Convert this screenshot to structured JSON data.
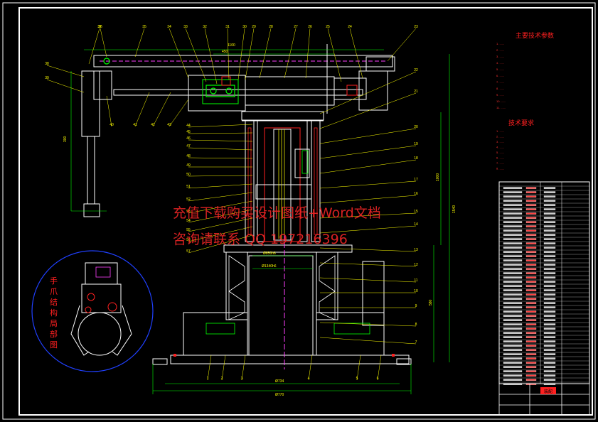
{
  "drawing": {
    "background": "#000000",
    "frame_color": "#ffffff",
    "line_color": "#ffffff",
    "accent_green": "#00ff00",
    "accent_yellow": "#ffff00",
    "accent_red": "#ff2020",
    "accent_magenta": "#ff40ff",
    "accent_cyan": "#00ffff",
    "accent_blue": "#2040ff"
  },
  "top_balloons": [
    "37",
    "36",
    "35",
    "34",
    "33",
    "32",
    "31",
    "30",
    "29",
    "28",
    "27",
    "26",
    "25",
    "24",
    "23"
  ],
  "left_balloons": [
    "38",
    "39"
  ],
  "bottom_arm_balloons": [
    "40",
    "41",
    "42",
    "43"
  ],
  "mid_left_balloons": [
    "44",
    "45",
    "46",
    "47",
    "48",
    "49",
    "50",
    "51",
    "52",
    "53",
    "54",
    "55",
    "56",
    "57"
  ],
  "right_balloons": [
    "22",
    "21",
    "20",
    "19",
    "18",
    "17",
    "16",
    "15",
    "14",
    "13",
    "12",
    "11",
    "10",
    "9",
    "8",
    "7"
  ],
  "base_balloons": [
    "1",
    "2",
    "3",
    "4",
    "5",
    "6"
  ],
  "dimensions": {
    "arm_length": "1100",
    "arm_stroke": "450",
    "gripper_height": "300",
    "column_height": "1000",
    "total_height": "1540",
    "base_height": "580",
    "base_inner_dia": "Ø734",
    "base_outer_dia": "Ø770",
    "bearing_1": "Ø850h6",
    "bearing_2": "Ø1340h6"
  },
  "tech_params": {
    "title": "主要技术参数",
    "lines": [
      "1. ......",
      "2. ......",
      "3. ......",
      "4. ......",
      "5. ......",
      "6. ......",
      "7. ......",
      "8. ......",
      "9. ......",
      "10. ......",
      "11. ......"
    ]
  },
  "tech_requirements": {
    "title": "技术要求",
    "lines": [
      "1. ......",
      "2. ......",
      "3. ......",
      "4. ......",
      "5. ......",
      "6. ......",
      "7. ......",
      "8. ......"
    ]
  },
  "inset": {
    "title": "手爪结构局部图"
  },
  "watermark": {
    "line1": "充值下载购买设计图纸+Word文档",
    "line2": "咨询请联系 QQ 197216396"
  },
  "title_block": {
    "label": "装配"
  }
}
